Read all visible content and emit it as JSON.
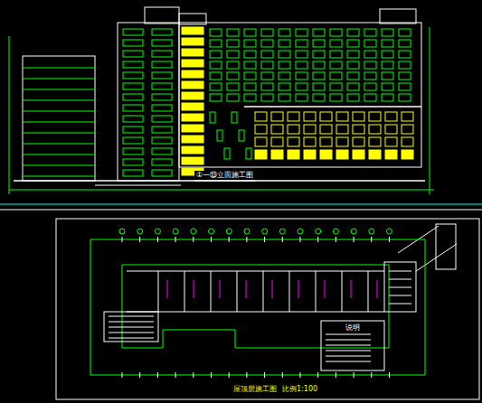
{
  "diagram": {
    "labels": [
      "①—⑬立面施工图",
      "屋顶层施工图",
      "比例1:100",
      "说明"
    ]
  }
}
